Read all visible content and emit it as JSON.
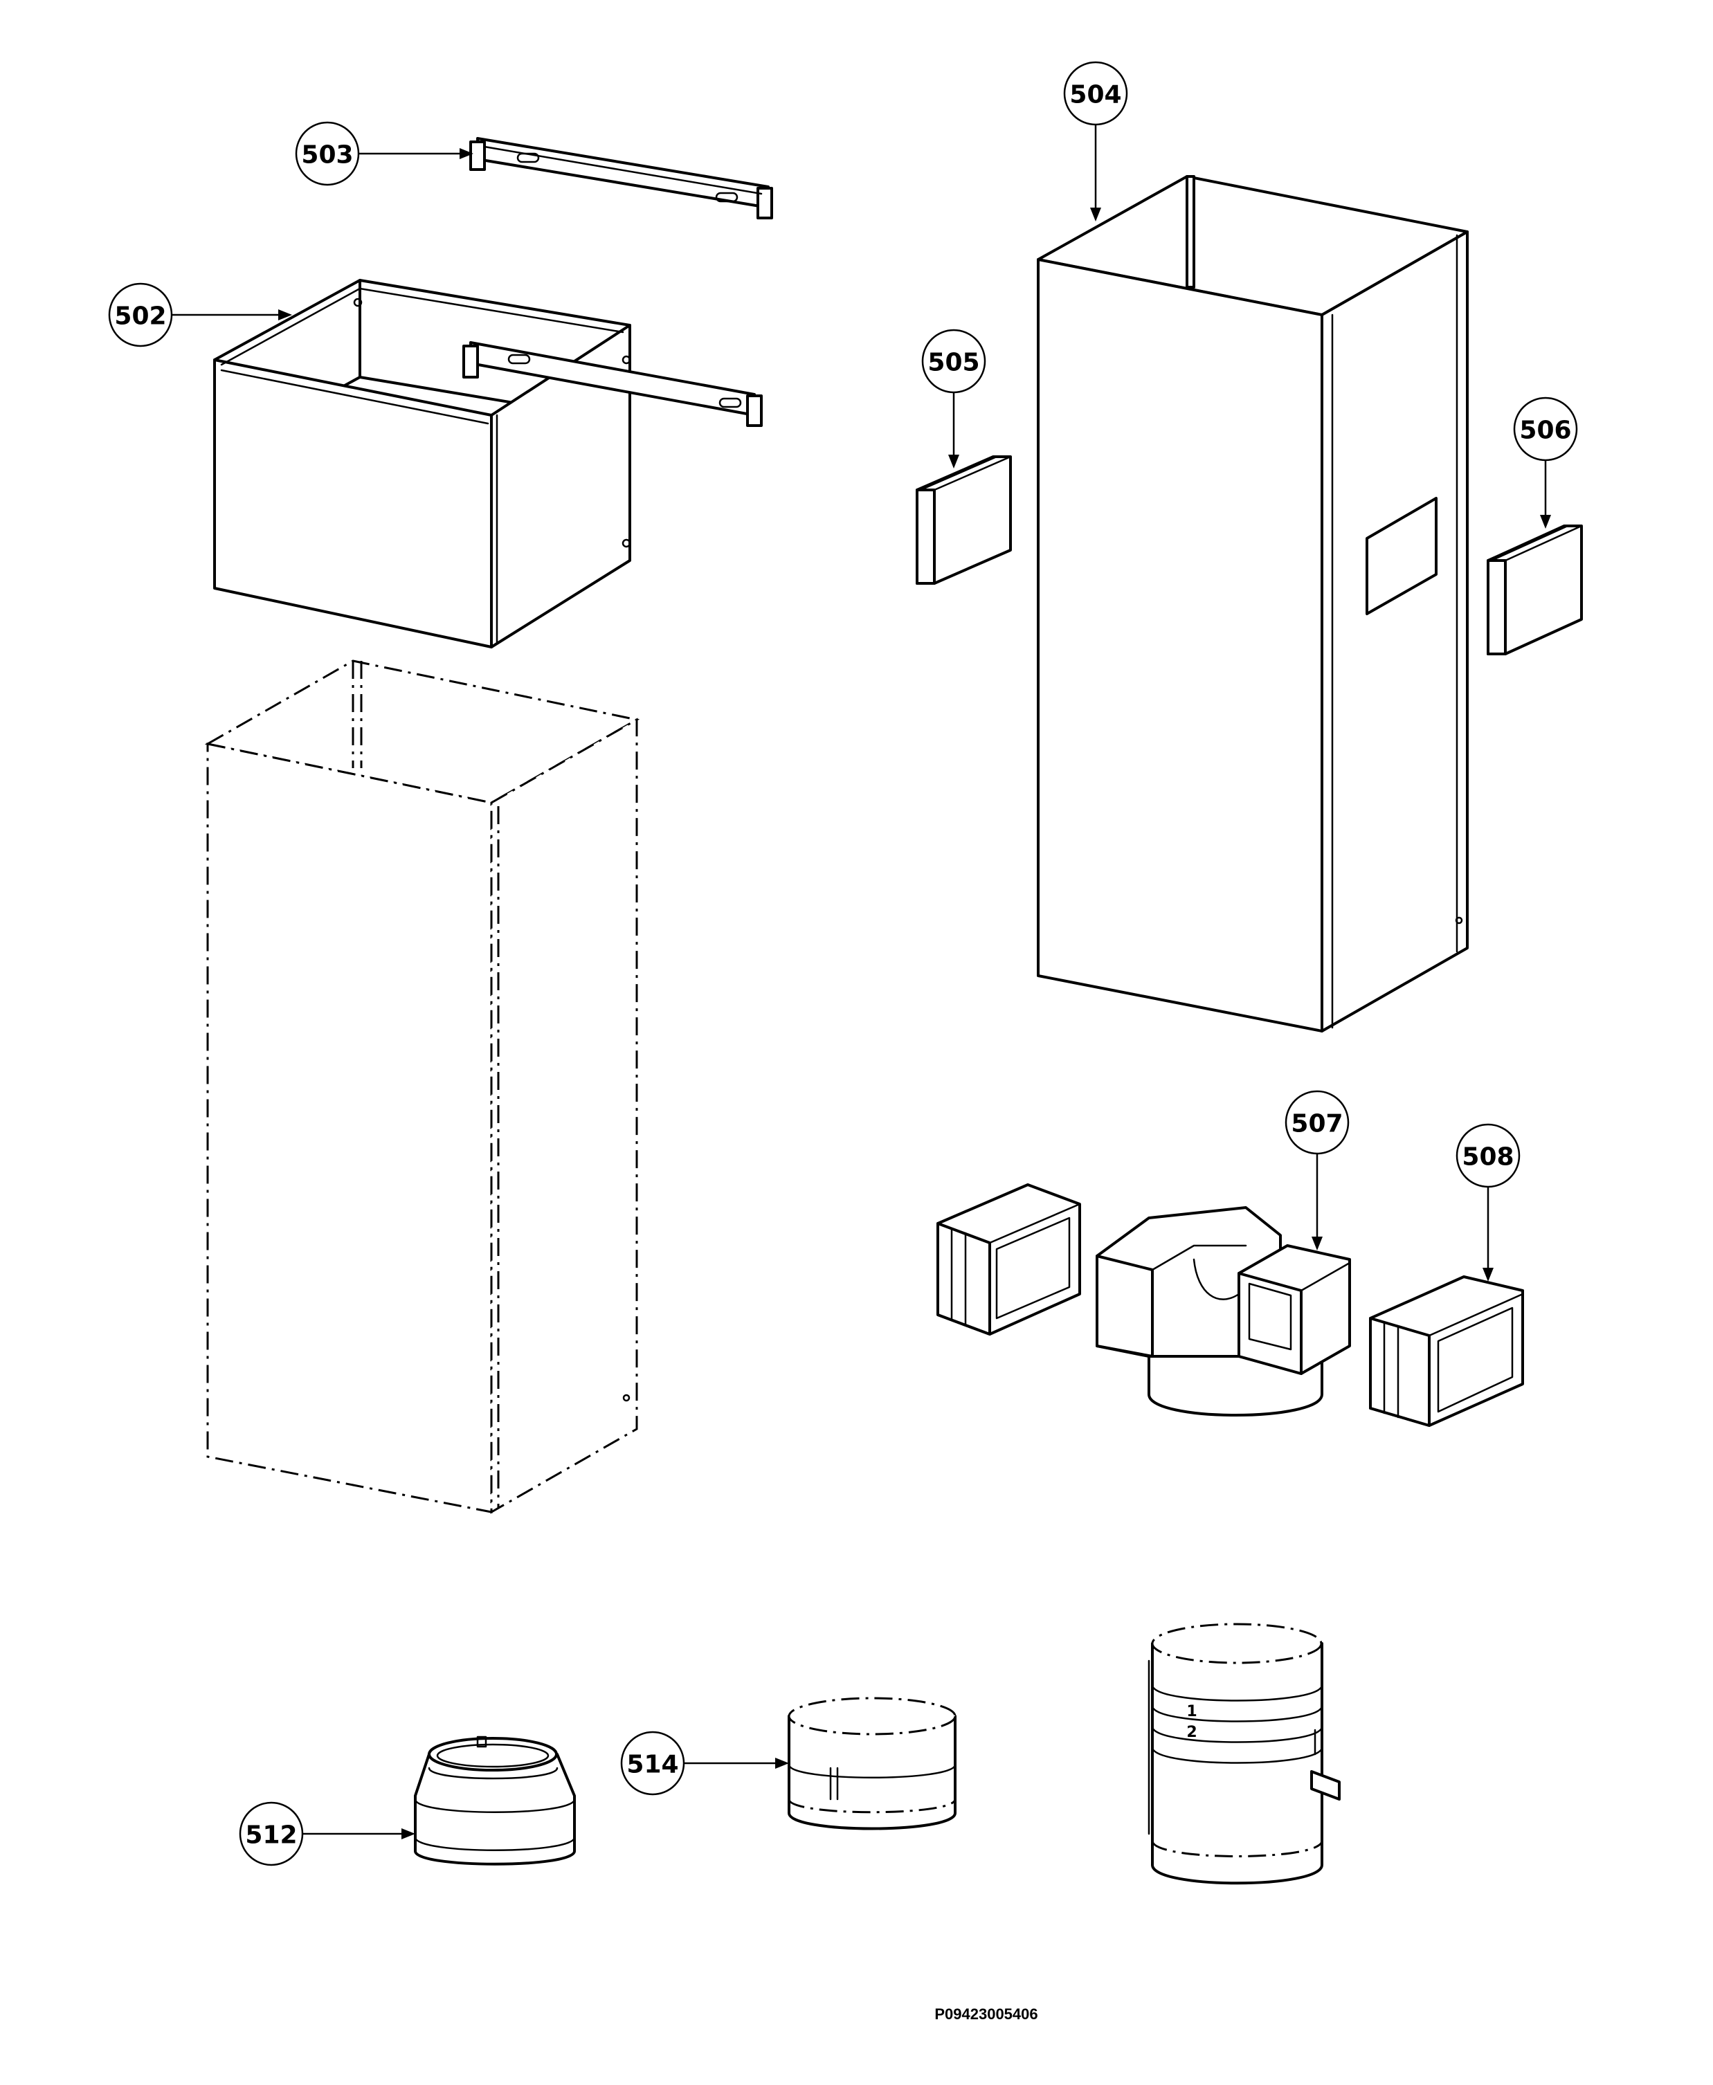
{
  "diagram": {
    "document_code": "P09423005406",
    "callouts": [
      {
        "id": "c502",
        "label": "502"
      },
      {
        "id": "c503",
        "label": "503"
      },
      {
        "id": "c504",
        "label": "504"
      },
      {
        "id": "c505",
        "label": "505"
      },
      {
        "id": "c506",
        "label": "506"
      },
      {
        "id": "c507",
        "label": "507"
      },
      {
        "id": "c508",
        "label": "508"
      },
      {
        "id": "c512",
        "label": "512"
      },
      {
        "id": "c514",
        "label": "514"
      }
    ],
    "telescopic_duct_marks": [
      "1",
      "2"
    ]
  }
}
